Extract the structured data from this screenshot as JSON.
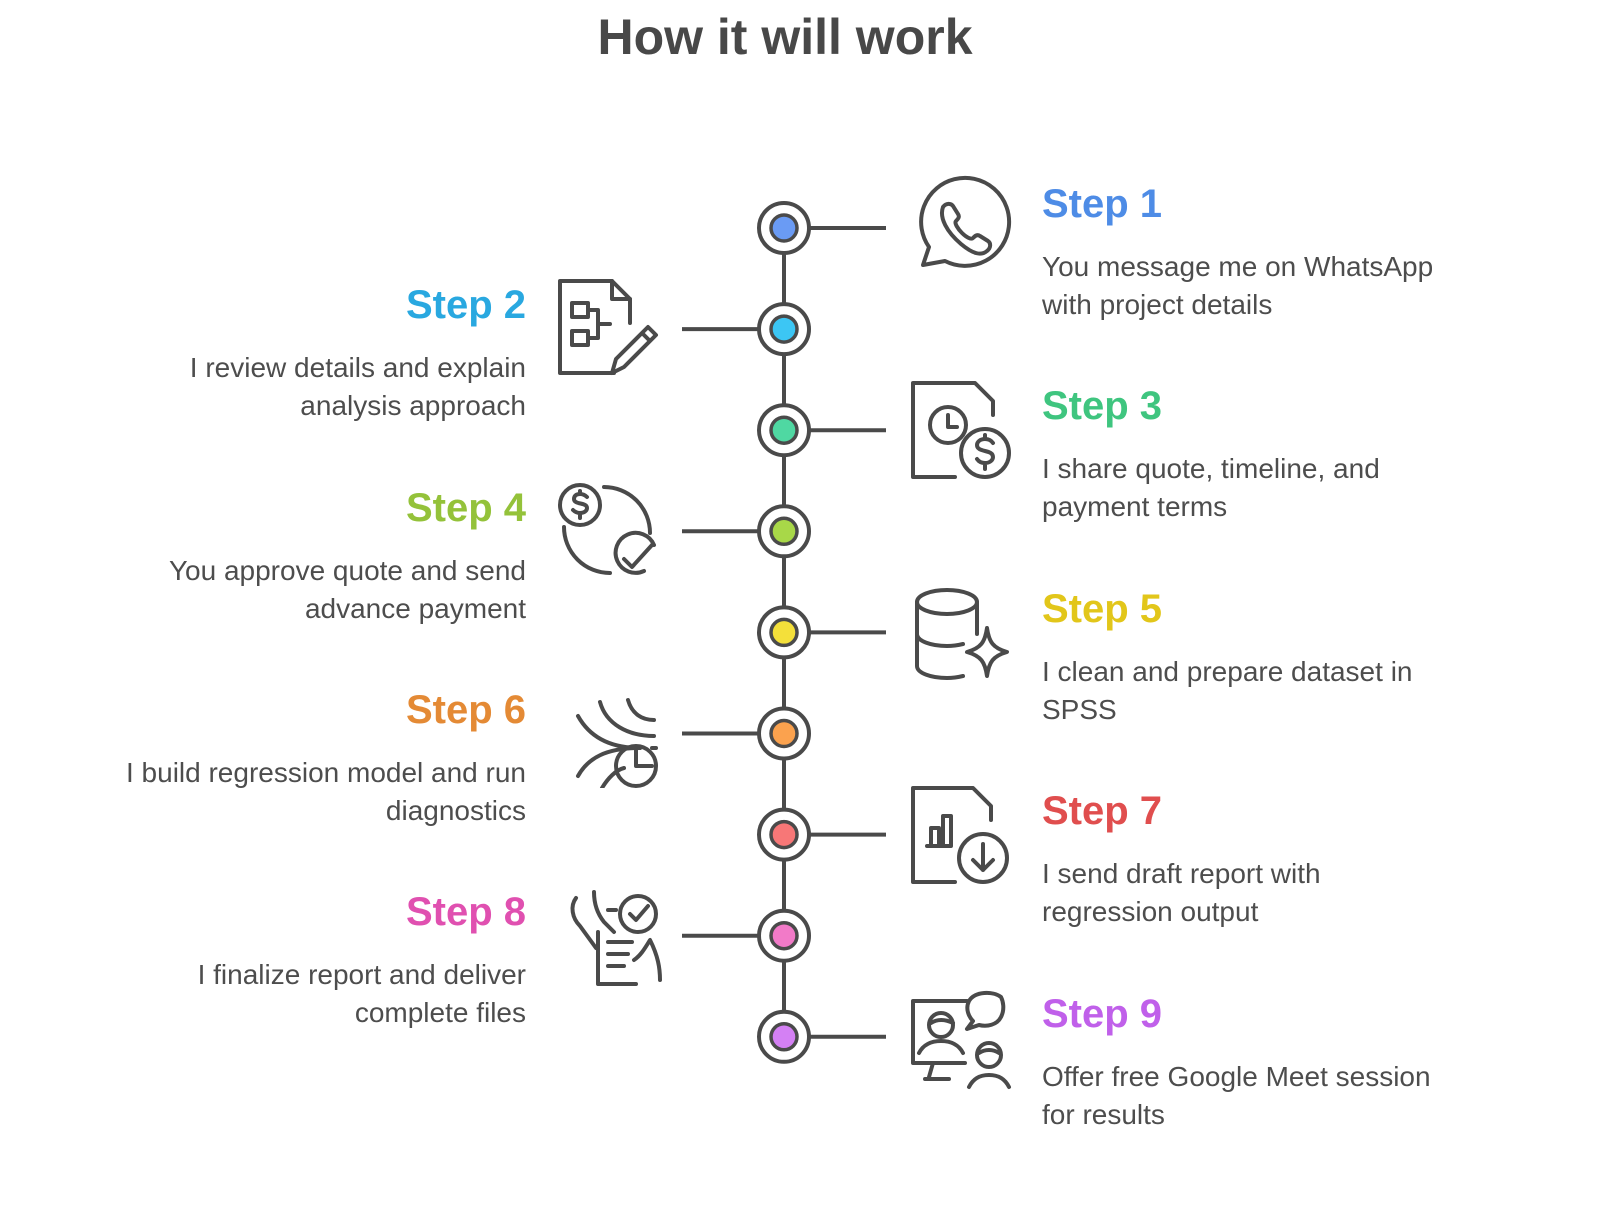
{
  "title": "How it will work",
  "colors": {
    "line": "#4a4a4a",
    "text": "#4d4d4d"
  },
  "steps": [
    {
      "label": "Step 1",
      "text_line1": "You message me on WhatsApp",
      "text_line2": "with project details",
      "color": "#4e8ce6",
      "dot": "#6a9bf4",
      "icon": "whatsapp-icon",
      "side": "right"
    },
    {
      "label": "Step 2",
      "text_line1": "I review details and explain",
      "text_line2": "analysis approach",
      "color": "#29a8e0",
      "dot": "#3cc6f4",
      "icon": "document-flowchart-edit-icon",
      "side": "left"
    },
    {
      "label": "Step 3",
      "text_line1": "I share quote, timeline, and",
      "text_line2": "payment terms",
      "color": "#3fc57f",
      "dot": "#4fd8a2",
      "icon": "document-clock-dollar-icon",
      "side": "right"
    },
    {
      "label": "Step 4",
      "text_line1": "You approve quote and send",
      "text_line2": "advance payment",
      "color": "#94c23a",
      "dot": "#a8d848",
      "icon": "dollar-cycle-check-icon",
      "side": "left"
    },
    {
      "label": "Step 5",
      "text_line1": "I clean and prepare dataset in",
      "text_line2": "SPSS",
      "color": "#e2c61a",
      "dot": "#f4e03a",
      "icon": "database-sparkle-icon",
      "side": "right"
    },
    {
      "label": "Step 6",
      "text_line1": "I build regression model and run",
      "text_line2": "diagnostics",
      "color": "#e48a35",
      "dot": "#fba24e",
      "icon": "flow-lines-pie-icon",
      "side": "left"
    },
    {
      "label": "Step 7",
      "text_line1": "I send draft report with",
      "text_line2": "regression output",
      "color": "#e04e4e",
      "dot": "#f77777",
      "icon": "report-chart-download-icon",
      "side": "right"
    },
    {
      "label": "Step 8",
      "text_line1": "I finalize report and deliver",
      "text_line2": "complete files",
      "color": "#e050b0",
      "dot": "#f27ac8",
      "icon": "hands-checklist-icon",
      "side": "left"
    },
    {
      "label": "Step 9",
      "text_line1": "Offer free Google Meet session",
      "text_line2": "for results",
      "color": "#c060ea",
      "dot": "#d480f4",
      "icon": "video-meeting-chat-icon",
      "side": "right"
    }
  ]
}
